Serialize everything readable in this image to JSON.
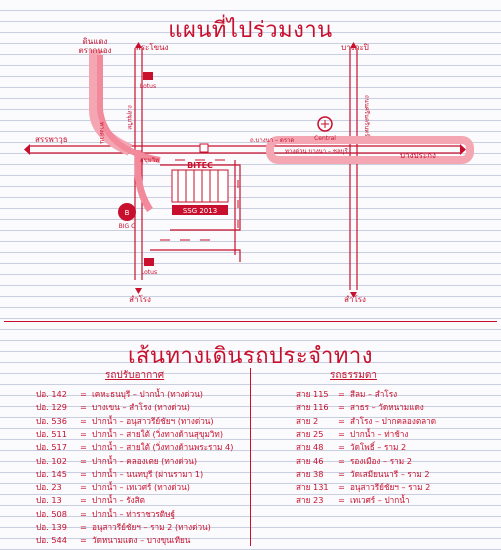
{
  "titles": {
    "map": "แผนที่ไปร่วมงาน",
    "routes": "เส้นทางเดินรถประจำทาง"
  },
  "map": {
    "labels": {
      "din_daeng": "ดินแดง",
      "tarakanong": "ตรากนอง",
      "phra_khanong": "พระโขนง",
      "bang_na_top": "บางกะปิ",
      "sukhumvit": "สุขุมวิท",
      "sukhumvit_road": "ถ.สุขุมวิท",
      "highway_label": "ทางด่วน",
      "sanphawut": "สรรพาวุธ",
      "bitec": "BITEC",
      "bang_na_trat": "ถ.บางนา – ตราด",
      "expressway_bang_na": "ทางด่วน บางนา – ชลบุรี",
      "bang_pakong": "บางประกง",
      "central": "Central",
      "bang_phli": "ถนนศรีนครินทร์",
      "samrong_left": "สำโรง",
      "samrong_right": "สำโรง",
      "lotus": "Lotus",
      "big_c": "BIG C",
      "event_logo": "SSG 2013"
    },
    "colors": {
      "road": "#c8102e",
      "highlight": "#f4a7b3",
      "expressway": "#f28a9b"
    }
  },
  "routes": {
    "aircon": {
      "heading": "รถปรับอากาศ",
      "items": [
        {
          "code": "ปอ. 142",
          "route": "เคหะธนบุรี – ปากน้ำ  (ทางด่วน)"
        },
        {
          "code": "ปอ. 129",
          "route": "บางเขน – สำโรง  (ทางด่วน)"
        },
        {
          "code": "ปอ. 536",
          "route": "ปากน้ำ – อนุสาวรีย์ชัยฯ  (ทางด่วน)"
        },
        {
          "code": "ปอ. 511",
          "route": "ปากน้ำ – สายใต้  (วิ่งทางด้านสุขุมวิท)"
        },
        {
          "code": "ปอ. 517",
          "route": "ปากน้ำ – สายใต้  (วิ่งทางด้านพระราม 4)"
        },
        {
          "code": "ปอ. 102",
          "route": "ปากน้ำ – คลองเตย  (ทางด่วน)"
        },
        {
          "code": "ปอ. 145",
          "route": "ปากน้ำ – นนทบุรี  (ผ่านรามา 1)"
        },
        {
          "code": "ปอ. 23",
          "route": "ปากน้ำ – เทเวศร์  (ทางด่วน)"
        },
        {
          "code": "ปอ. 13",
          "route": "ปากน้ำ – รังสิต"
        },
        {
          "code": "ปอ. 508",
          "route": "ปากน้ำ – ท่าราชวรดิษฐ์"
        },
        {
          "code": "ปอ. 139",
          "route": "อนุสาวรีย์ชัยฯ – ราม 2  (ทางด่วน)"
        },
        {
          "code": "ปอ. 544",
          "route": "วัดหนามแดง – บางขุนเทียน"
        }
      ]
    },
    "regular": {
      "heading": "รถธรรมดา",
      "items": [
        {
          "code": "สาย 115",
          "route": "สีลม – สำโรง"
        },
        {
          "code": "สาย 116",
          "route": "สาธร – วัดหนามแดง"
        },
        {
          "code": "สาย 2",
          "route": "สำโรง – ปากคลองตลาด"
        },
        {
          "code": "สาย 25",
          "route": "ปากน้ำ – ท่าช้าง"
        },
        {
          "code": "สาย 48",
          "route": "วัดโพธิ์ – ราม 2"
        },
        {
          "code": "สาย 46",
          "route": "รองเมือง – ราม 2"
        },
        {
          "code": "สาย 38",
          "route": "วัดเสมียนนารี – ราม 2"
        },
        {
          "code": "สาย 131",
          "route": "อนุสาวรีย์ชัยฯ – ราม 2"
        },
        {
          "code": "สาย 23",
          "route": "เทเวศร์ – ปากน้ำ"
        }
      ]
    }
  }
}
